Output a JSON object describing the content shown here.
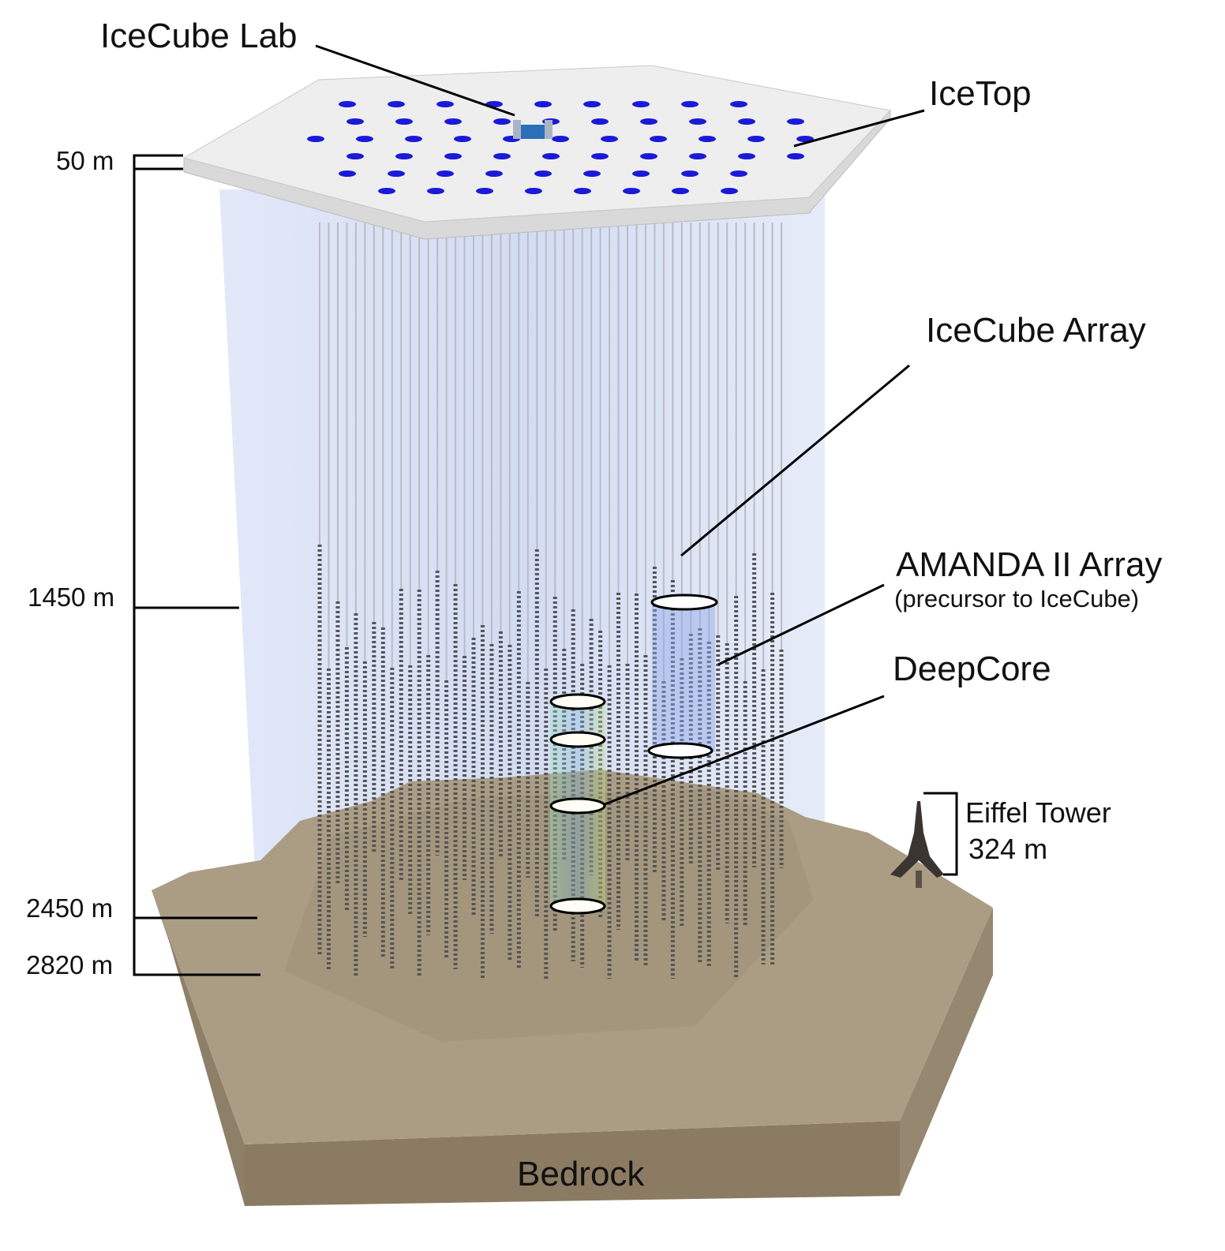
{
  "labels": {
    "lab": "IceCube Lab",
    "icetop": "IceTop",
    "array": "IceCube Array",
    "amanda": "AMANDA II Array",
    "amanda_sub": "(precursor to IceCube)",
    "deepcore": "DeepCore",
    "eiffel": "Eiffel Tower",
    "eiffel_height": "324 m",
    "bedrock": "Bedrock"
  },
  "depths": [
    "50 m",
    "1450 m",
    "2450 m",
    "2820 m"
  ],
  "colors": {
    "icetop_tank": "#1a1ad8",
    "ice_volume": "#c8d4f2",
    "bedrock_top": "#a89a80",
    "bedrock_side": "#8d7e66",
    "string": "#bcbcbc",
    "dom": "#555555",
    "deepcore": "#7fc4a0",
    "amanda": "#8fa6e8"
  }
}
